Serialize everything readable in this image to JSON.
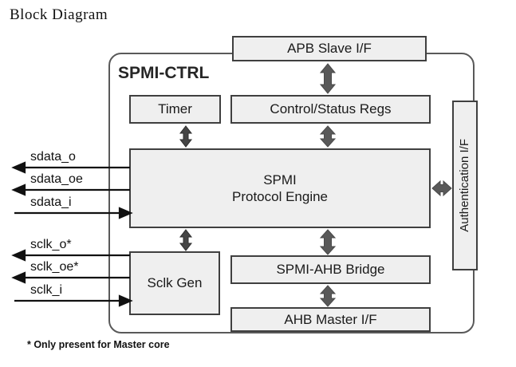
{
  "title": "Block Diagram",
  "diagram": {
    "container_label": "SPMI-CTRL",
    "blocks": {
      "apb_slave": "APB Slave I/F",
      "timer": "Timer",
      "control_status_regs": "Control/Status Regs",
      "protocol_engine": "SPMI\nProtocol Engine",
      "sclk_gen": "Sclk Gen",
      "spmi_ahb_bridge": "SPMI-AHB Bridge",
      "ahb_master": "AHB Master I/F",
      "authentication": "Authentication I/F"
    },
    "signals": [
      {
        "label": "sdata_o",
        "direction": "output"
      },
      {
        "label": "sdata_oe",
        "direction": "output"
      },
      {
        "label": "sdata_i",
        "direction": "input"
      },
      {
        "label": "sclk_o*",
        "direction": "output"
      },
      {
        "label": "sclk_oe*",
        "direction": "output"
      },
      {
        "label": "sclk_i",
        "direction": "input"
      }
    ],
    "footnote": "* Only present for Master core",
    "colors": {
      "box_fill": "#efefef",
      "box_border": "#3f3f3f",
      "container_border": "#595959",
      "bus_arrow": "#595959",
      "small_arrow": "#454545",
      "signal_line": "#111111"
    }
  }
}
